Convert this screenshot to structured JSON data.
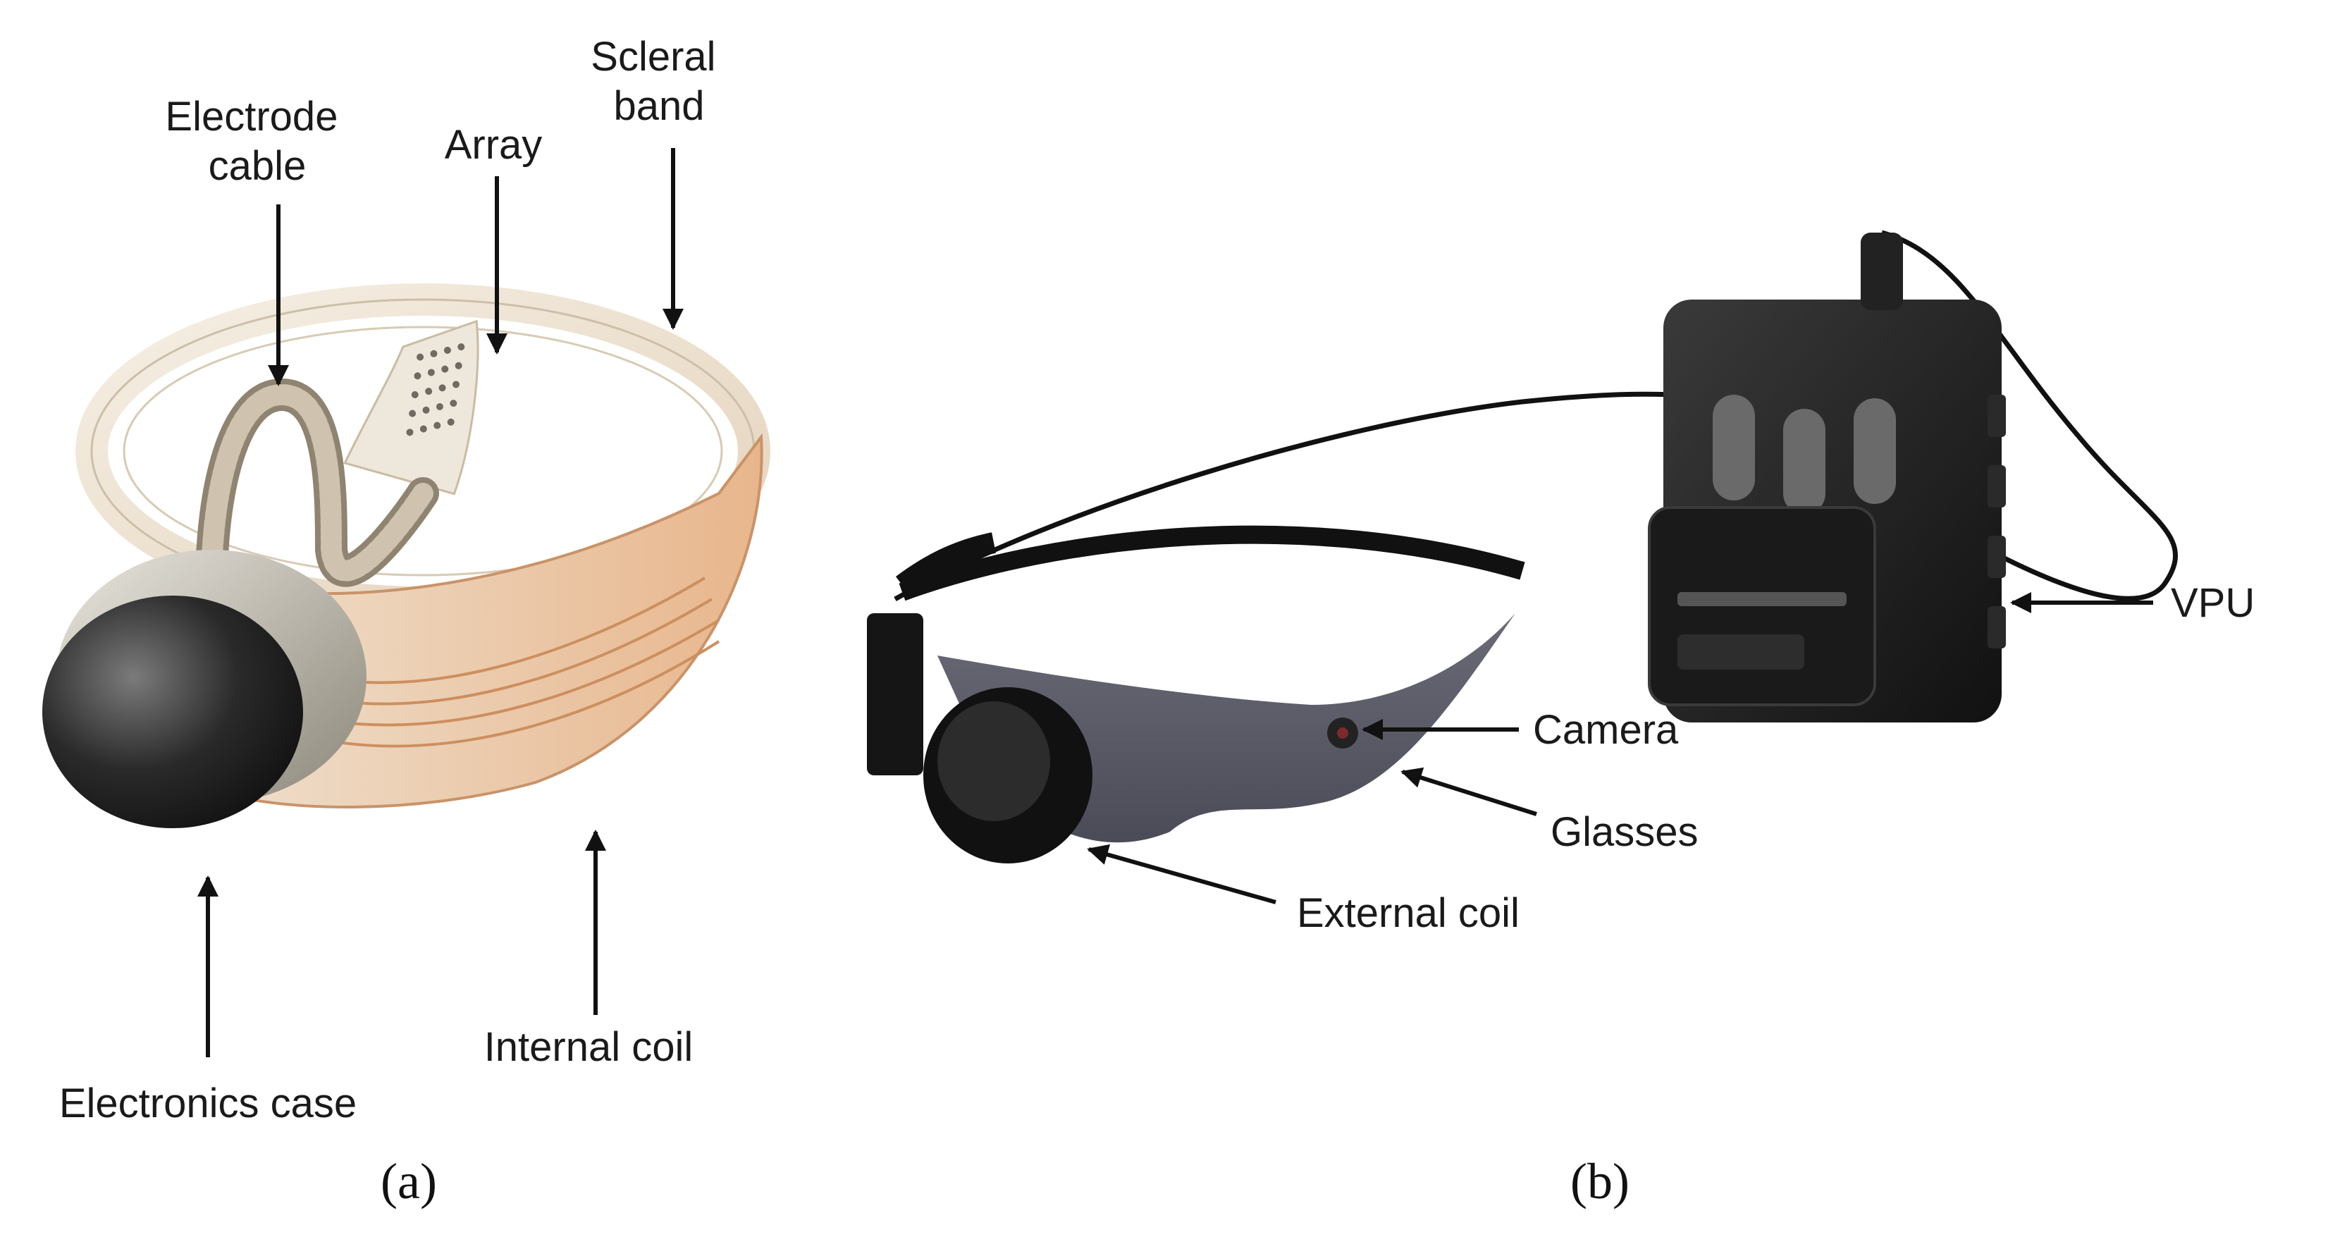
{
  "panel_a": {
    "labels": {
      "scleral_band": [
        "Scleral",
        "band"
      ],
      "electrode_cable": [
        "Electrode",
        "cable"
      ],
      "array": "Array",
      "electronics_case": "Electronics case",
      "internal_coil": "Internal coil"
    },
    "caption": "(a)"
  },
  "panel_b": {
    "labels": {
      "vpu": "VPU",
      "camera": "Camera",
      "glasses": "Glasses",
      "external_coil": "External coil"
    },
    "caption": "(b)"
  },
  "colors": {
    "coil_copper": "#d9a57a",
    "band_cream": "#efe6d6",
    "device_black": "#1b1b1b",
    "lens_gray": "#5a5a66"
  }
}
